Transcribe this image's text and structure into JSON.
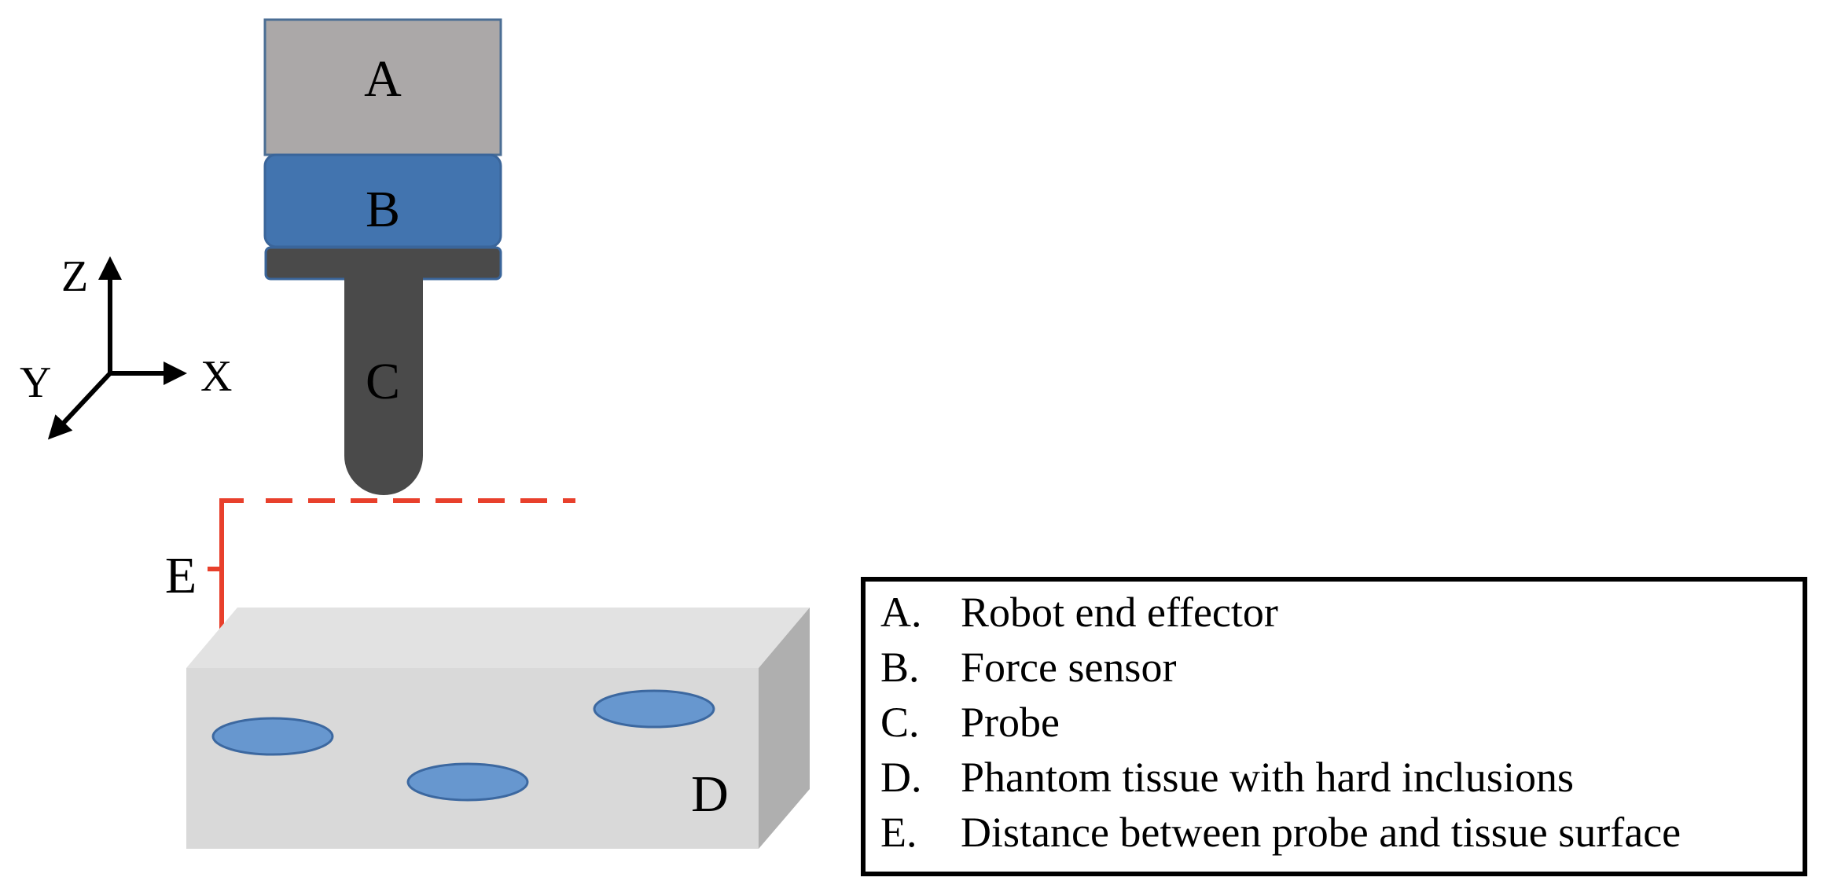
{
  "colors": {
    "end_effector": "#ABA8A8",
    "force_sensor": "#4274AF",
    "probe": "#4A4A4A",
    "tissue_front": "#D9D9D9",
    "tissue_top": "#E2E2E2",
    "tissue_side": "#AFAFAF",
    "inclusion_fill": "#6797CF",
    "inclusion_stroke": "#3C68A0",
    "distance_marker": "#E8402C"
  },
  "parts": {
    "a": "A",
    "b": "B",
    "c": "C",
    "d": "D",
    "e": "E"
  },
  "axes": {
    "x": "X",
    "y": "Y",
    "z": "Z"
  },
  "legend": {
    "items": [
      {
        "letter": "A.",
        "text": "Robot end effector"
      },
      {
        "letter": "B.",
        "text": "Force sensor"
      },
      {
        "letter": "C.",
        "text": "Probe"
      },
      {
        "letter": "D.",
        "text": "Phantom tissue with hard inclusions"
      },
      {
        "letter": "E.",
        "text": "Distance between probe and tissue surface"
      }
    ]
  }
}
